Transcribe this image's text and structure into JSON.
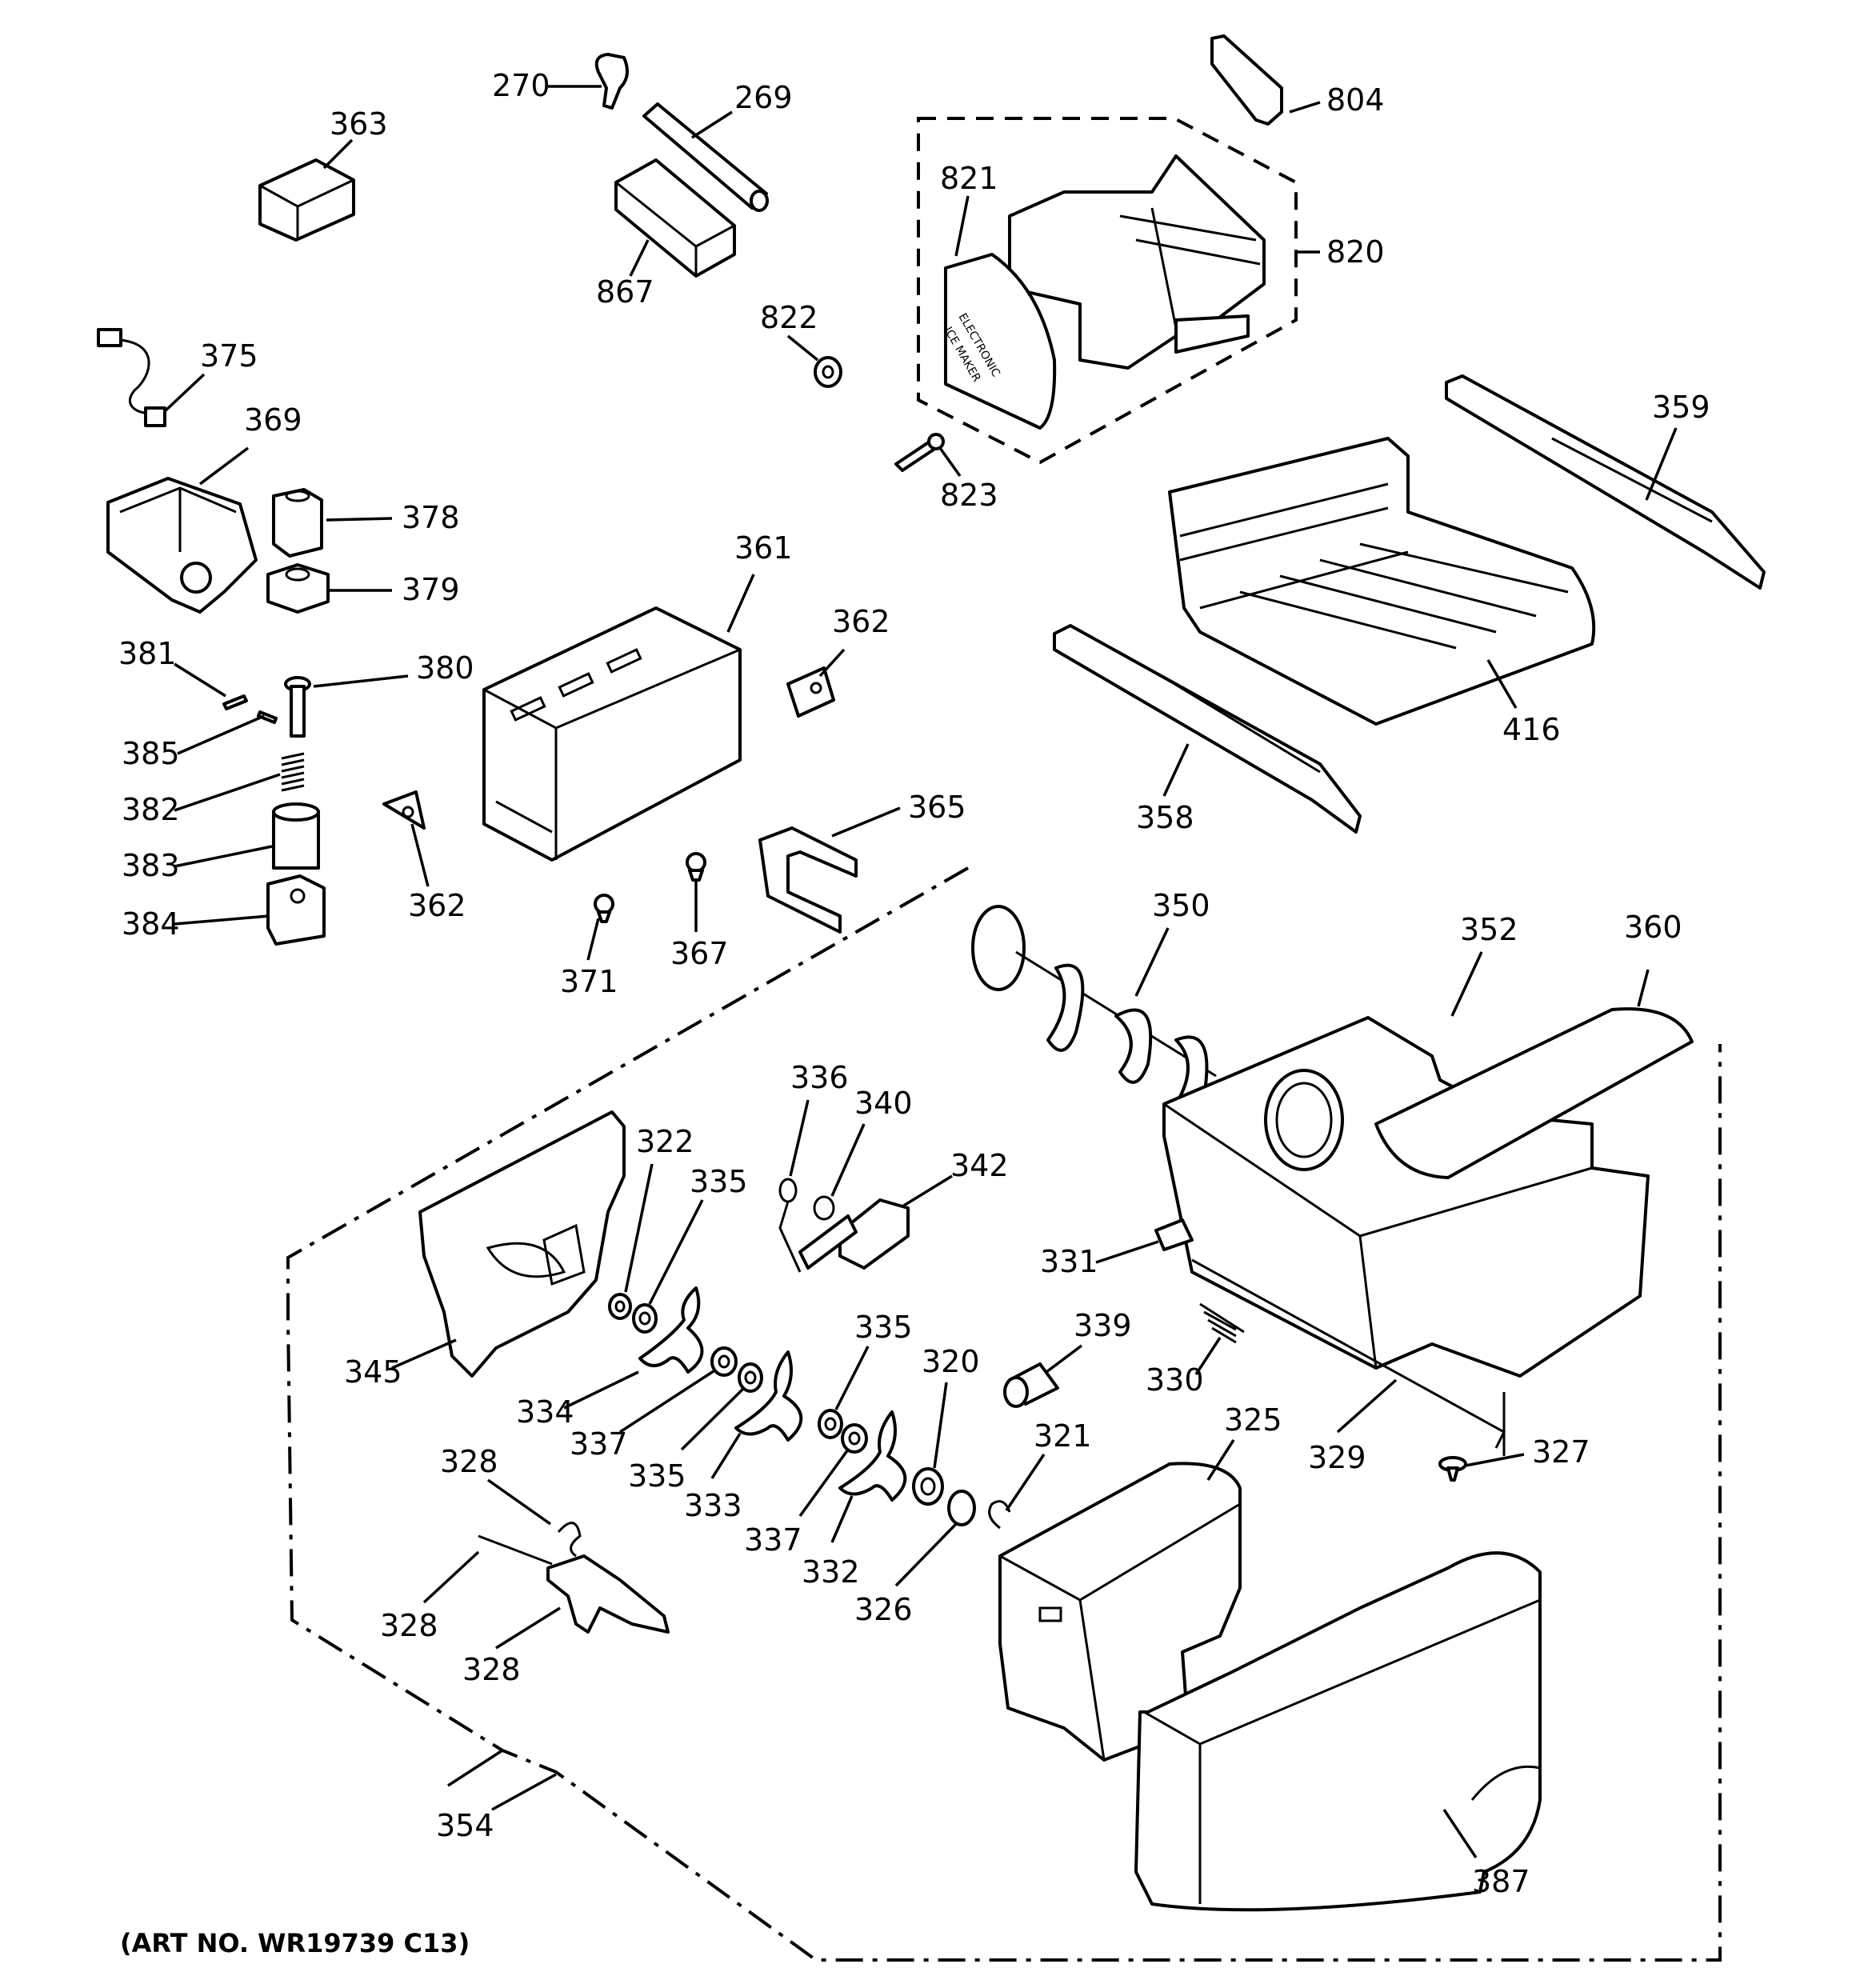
{
  "diagram": {
    "parts": [
      "270",
      "269",
      "804",
      "363",
      "821",
      "820",
      "867",
      "822",
      "375",
      "369",
      "823",
      "359",
      "378",
      "379",
      "361",
      "362",
      "381",
      "380",
      "385",
      "382",
      "383",
      "384",
      "371",
      "367",
      "365",
      "416",
      "358",
      "350",
      "352",
      "360",
      "336",
      "340",
      "342",
      "322",
      "335",
      "331",
      "345",
      "339",
      "330",
      "320",
      "334",
      "337",
      "333",
      "332",
      "321",
      "325",
      "327",
      "329",
      "328",
      "326",
      "354",
      "387"
    ],
    "labels": {
      "p270": "270",
      "p269": "269",
      "p804": "804",
      "p363": "363",
      "p821": "821",
      "p820": "820",
      "p867": "867",
      "p822": "822",
      "p375": "375",
      "p369": "369",
      "p823": "823",
      "p359": "359",
      "p378": "378",
      "p379": "379",
      "p361": "361",
      "p362a": "362",
      "p381": "381",
      "p380": "380",
      "p385": "385",
      "p382": "382",
      "p383": "383",
      "p384": "384",
      "p362b": "362",
      "p371": "371",
      "p367": "367",
      "p365": "365",
      "p416": "416",
      "p358": "358",
      "p350": "350",
      "p352": "352",
      "p360": "360",
      "p336": "336",
      "p340": "340",
      "p342": "342",
      "p322": "322",
      "p335a": "335",
      "p331": "331",
      "p345": "345",
      "p339": "339",
      "p330": "330",
      "p335b": "335",
      "p320": "320",
      "p334": "334",
      "p337a": "337",
      "p335c": "335",
      "p333": "333",
      "p321": "321",
      "p325": "325",
      "p327": "327",
      "p329": "329",
      "p337b": "337",
      "p332": "332",
      "p328a": "328",
      "p326": "326",
      "p328b": "328",
      "p328c": "328",
      "p354": "354",
      "p387": "387"
    },
    "ice_maker_text": [
      "ELECTRONIC",
      "ICE MAKER"
    ],
    "art_number": "(ART NO. WR19739 C13)"
  }
}
